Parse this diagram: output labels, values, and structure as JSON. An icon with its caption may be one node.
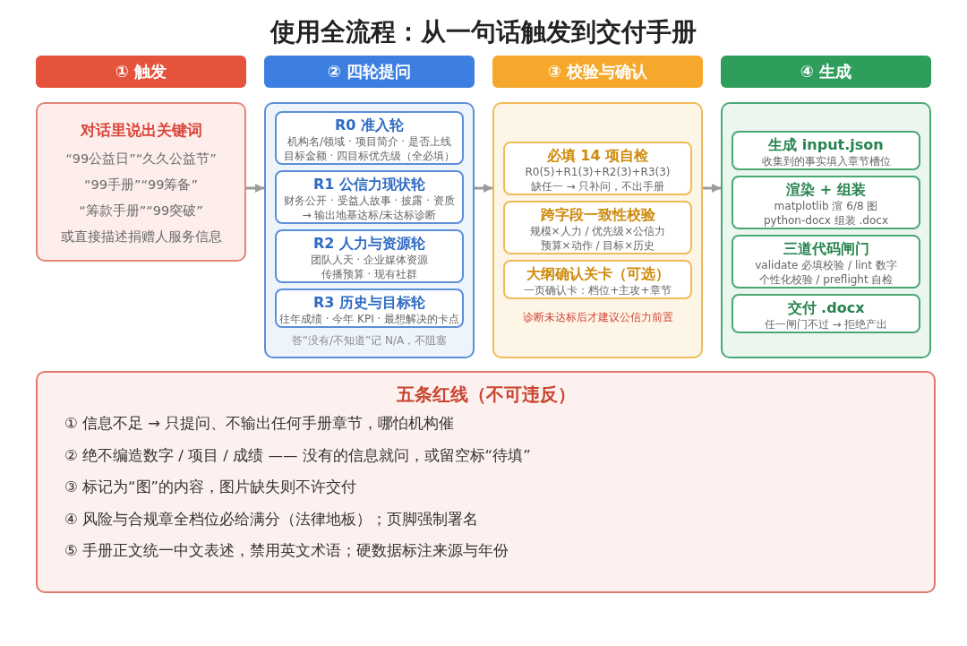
{
  "diagram": {
    "title": "使用全流程：从一句话触发到交付手册",
    "nodes": [
      {
        "text": [
          "① 触发"
        ]
      },
      {
        "text": [
          "② 四轮提问"
        ]
      },
      {
        "text": [
          "③ 校验与确认"
        ]
      },
      {
        "text": [
          "④ 生成"
        ]
      },
      {
        "text": [
          "对话里说出关键词",
          "“99公益日”“久久公益节”",
          "“99手册”“99筹备”",
          "“筹款手册”“99突破”",
          "或直接描述捐赠人服务信息"
        ]
      },
      {
        "text": [
          "答“没有/不知道”记 N/A，不阻塞"
        ]
      },
      {
        "text": [
          "R0 准入轮",
          "机构名/领域 · 项目简介 · 是否上线",
          "目标金额 · 四目标优先级（全必填）"
        ],
        "in": 5
      },
      {
        "text": [
          "R1 公信力现状轮",
          "财务公开 · 受益人故事 · 披露 · 资质",
          "→ 输出地基达标/未达标诊断"
        ],
        "in": 5
      },
      {
        "text": [
          "R2 人力与资源轮",
          "团队人天 · 企业媒体资源",
          "传播预算 · 现有社群"
        ],
        "in": 5
      },
      {
        "text": [
          "R3 历史与目标轮",
          "往年成绩 · 今年 KPI · 最想解决的卡点"
        ],
        "in": 5
      },
      {
        "text": [
          "诊断未达标后才建议公信力前置"
        ]
      },
      {
        "text": [
          "必填 14 项自检",
          "R0(5)+R1(3)+R2(3)+R3(3)",
          "缺任一 → 只补问，不出手册"
        ],
        "in": 10
      },
      {
        "text": [
          "跨字段一致性校验",
          "规模×人力 / 优先级×公信力",
          "预算×动作 / 目标×历史"
        ],
        "in": 10
      },
      {
        "text": [
          "大纲确认关卡（可选）",
          "一页确认卡：档位+主攻+章节"
        ],
        "in": 10
      },
      {
        "text": [],
        "shape": "box"
      },
      {
        "text": [
          "生成 input.json",
          "收集到的事实填入章节槽位"
        ],
        "in": 14
      },
      {
        "text": [
          "渲染 + 组装",
          "matplotlib 渲 6/8 图",
          "python-docx 组装 .docx"
        ],
        "in": 14
      },
      {
        "text": [
          "三道代码闸门",
          "validate 必填校验 / lint 数字",
          "个性化校验 / preflight 自检"
        ],
        "in": 14
      },
      {
        "text": [
          "交付 .docx",
          "任一闸门不过 → 拒绝产出"
        ],
        "in": 14
      },
      {
        "text": [
          "五条红线（不可违反）",
          "① 信息不足 → 只提问、不输出任何手册章节，哪怕机构催",
          "② 绝不编造数字 / 项目 / 成绩 —— 没有的信息就问，或留空标“待填”",
          "③ 标记为“图”的内容，图片缺失则不许交付",
          "④ 风险与合规章全档位必给满分（法律地板）；页脚强制署名",
          "⑤ 手册正文统一中文表述，禁用英文术语；硬数据标注来源与年份"
        ]
      }
    ],
    "edges": [
      {
        "from": 4,
        "to": 5,
        "arrow": "to"
      },
      {
        "from": 5,
        "to": 10,
        "arrow": "to"
      },
      {
        "from": 10,
        "to": 14,
        "arrow": "to"
      }
    ]
  }
}
